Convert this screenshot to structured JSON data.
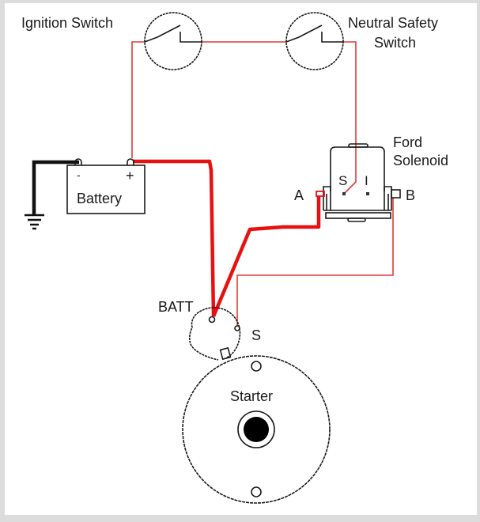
{
  "diagram": {
    "title": "Ford starter solenoid wiring",
    "colors": {
      "wire_thin": "#e03a3a",
      "wire_thick": "#e81010",
      "ground": "#1a1a1a",
      "frame": "#dcdcdc"
    },
    "components": {
      "ignition_switch": {
        "label": "Ignition Switch"
      },
      "neutral_safety_switch": {
        "label_line1": "Neutral Safety",
        "label_line2": "Switch"
      },
      "battery": {
        "label": "Battery",
        "neg": "-",
        "pos": "+"
      },
      "ford_solenoid": {
        "label_line1": "Ford",
        "label_line2": "Solenoid",
        "terminal_s": "S",
        "terminal_i": "I",
        "terminal_a": "A",
        "terminal_b": "B"
      },
      "starter_solenoid": {
        "terminal_batt": "BATT",
        "terminal_s": "S"
      },
      "starter": {
        "label": "Starter"
      }
    }
  }
}
